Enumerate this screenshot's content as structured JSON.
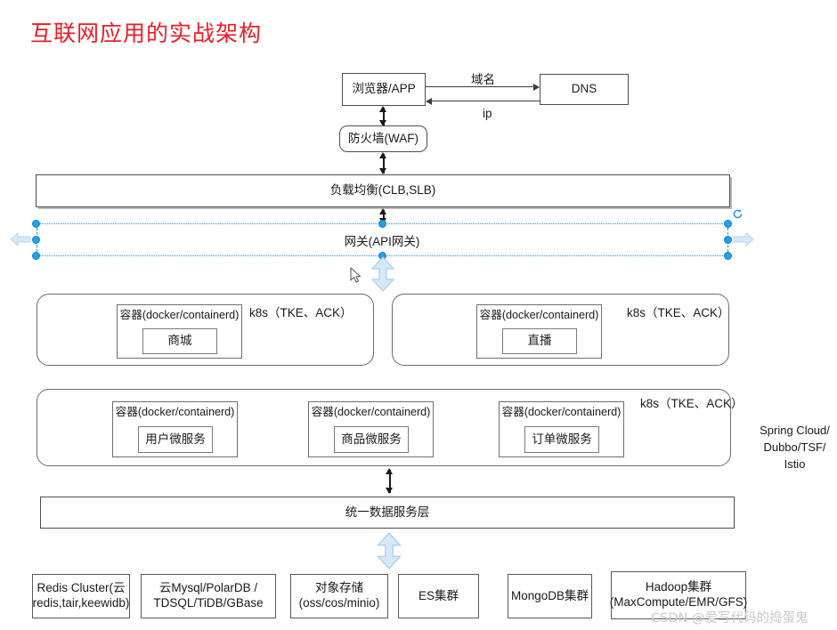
{
  "title": "互联网应用的实战架构",
  "colors": {
    "title": "#ef1b26",
    "selection": "#1a93e6",
    "handle": "#22a0f0",
    "blue_arrow": "#cfe4f7",
    "box_border": "#4d4d4d",
    "watermark": "#c9c9c9"
  },
  "nodes": {
    "client": "浏览器/APP",
    "dns": "DNS",
    "waf": "防火墙(WAF)",
    "load_balancer": "负载均衡(CLB,SLB)",
    "api_gateway": "网关(API网关)",
    "data_service_layer": "统一数据服务层"
  },
  "edge_labels": {
    "domain": "域名",
    "ip": "ip"
  },
  "k8s_label": "k8s（TKE、ACK）",
  "container_label": "容器(docker/containerd)",
  "app_row": [
    {
      "k8s": "k8s（TKE、ACK）",
      "container": "容器(docker/containerd)",
      "service": "商城"
    },
    {
      "k8s": "k8s（TKE、ACK）",
      "container": "容器(docker/containerd)",
      "service": "直播"
    }
  ],
  "microservice_row": {
    "k8s": "k8s（TKE、ACK）",
    "items": [
      {
        "container": "容器(docker/containerd)",
        "service": "用户微服务"
      },
      {
        "container": "容器(docker/containerd)",
        "service": "商品微服务"
      },
      {
        "container": "容器(docker/containerd)",
        "service": "订单微服务"
      }
    ],
    "framework": "Spring Cloud/\nDubbo/TSF/\nIstio",
    "framework_lines": [
      "Spring Cloud/",
      "Dubbo/TSF/",
      "Istio"
    ]
  },
  "storage_row": [
    {
      "lines": [
        "Redis Cluster(云",
        "redis,tair,keewidb)"
      ]
    },
    {
      "lines": [
        "云Mysql/PolarDB /",
        "TDSQL/TiDB/GBase"
      ]
    },
    {
      "lines": [
        "对象存储",
        "(oss/cos/minio)"
      ]
    },
    {
      "lines": [
        "ES集群"
      ]
    },
    {
      "lines": [
        "MongoDB集群"
      ]
    },
    {
      "lines": [
        "Hadoop集群",
        "(MaxCompute/EMR/GFS)"
      ]
    }
  ],
  "watermark": "CSDN @爱写代码的捣蛋鬼",
  "selection": {
    "target": "网关(API网关)",
    "handle_count": 8,
    "rotate_handle": true
  }
}
